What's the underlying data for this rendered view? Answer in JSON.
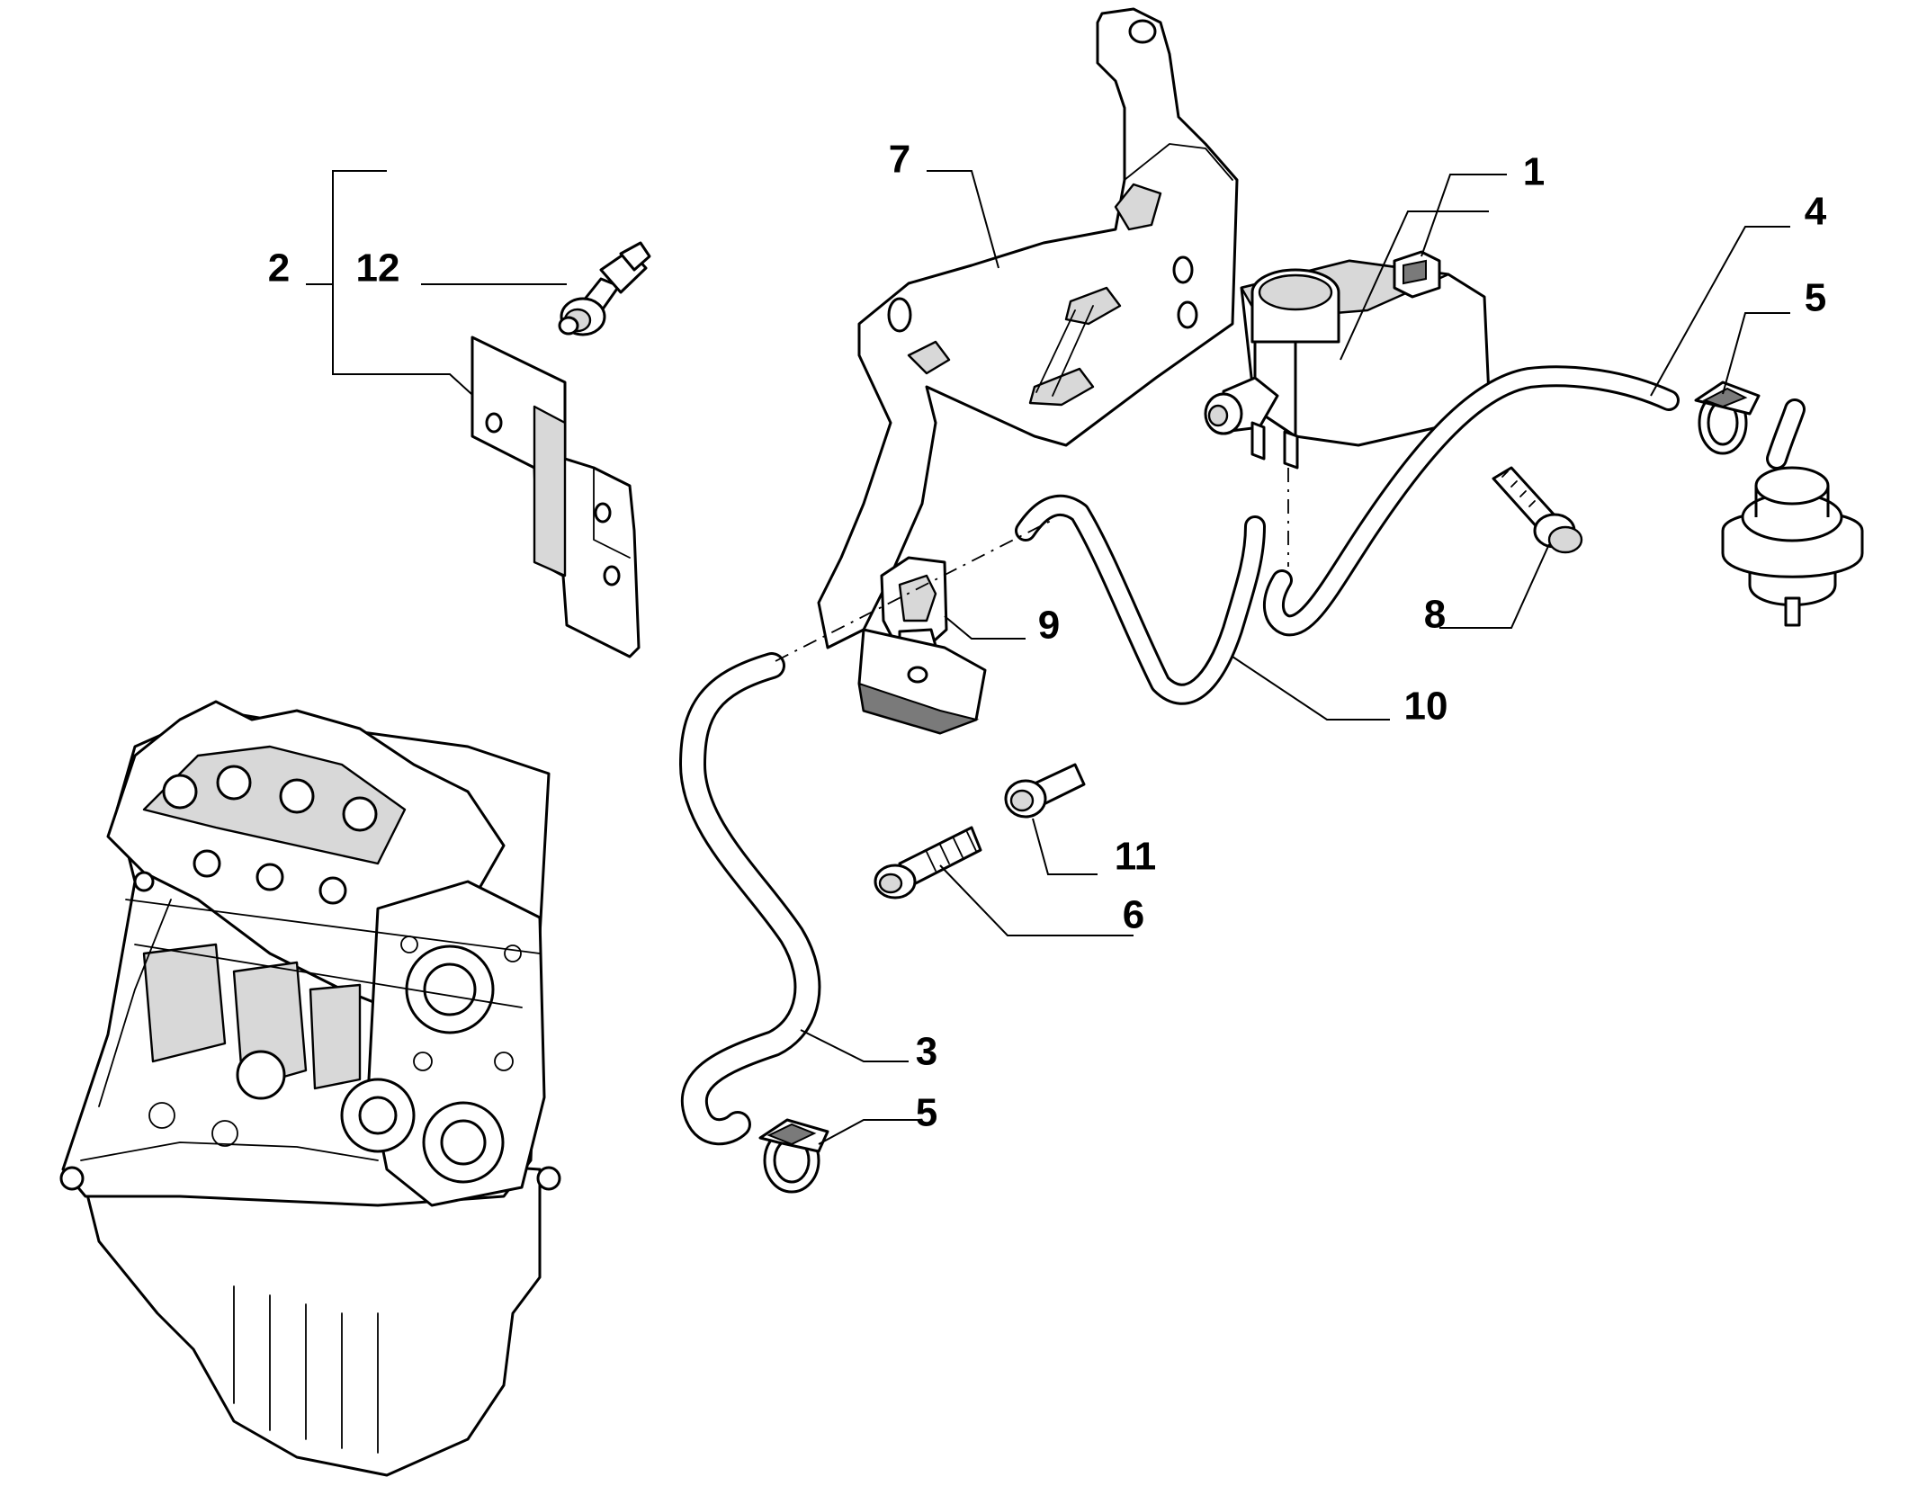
{
  "callouts": {
    "n1": "1",
    "n2": "2",
    "n3": "3",
    "n4": "4",
    "n5a": "5",
    "n5b": "5",
    "n6": "6",
    "n7": "7",
    "n8": "8",
    "n9": "9",
    "n10": "10",
    "n11": "11",
    "n12": "12"
  }
}
